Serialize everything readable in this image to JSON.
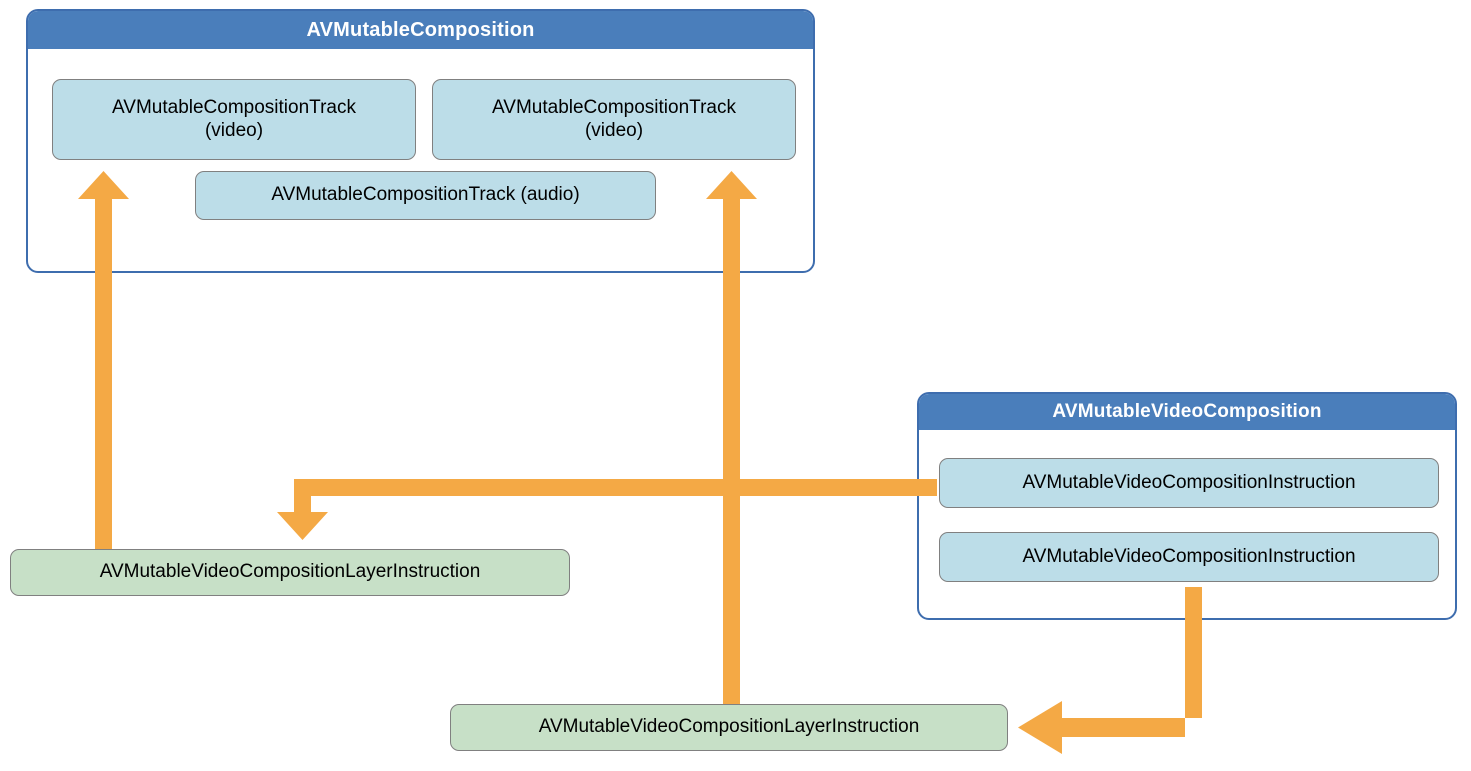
{
  "diagram": {
    "title_semantics": "AVFoundation composition object graph",
    "colors": {
      "panel_header": "#4A7EBB",
      "panel_border": "#3E6DAE",
      "node_blue": "#BCDDE8",
      "node_green": "#C7E0C7",
      "node_border": "#808080",
      "arrow": "#F4A945",
      "background": "#FFFFFF",
      "header_text": "#FFFFFF",
      "node_text": "#000000"
    }
  },
  "composition_panel": {
    "title": "AVMutableComposition",
    "tracks": [
      {
        "label": "AVMutableCompositionTrack\n(video)",
        "kind": "video"
      },
      {
        "label": "AVMutableCompositionTrack\n(video)",
        "kind": "video"
      },
      {
        "label": "AVMutableCompositionTrack (audio)",
        "kind": "audio"
      }
    ]
  },
  "video_composition_panel": {
    "title": "AVMutableVideoComposition",
    "instructions": [
      {
        "label": "AVMutableVideoCompositionInstruction"
      },
      {
        "label": "AVMutableVideoCompositionInstruction"
      }
    ]
  },
  "layer_instructions": [
    {
      "label": "AVMutableVideoCompositionLayerInstruction"
    },
    {
      "label": "AVMutableVideoCompositionLayerInstruction"
    }
  ],
  "connections": [
    {
      "name": "layer-instruction-1-to-video-track-1",
      "from": "layer_instruction_1",
      "to": "composition_track_video_1",
      "direction": "up"
    },
    {
      "name": "instruction-1-to-layer-instruction-1",
      "from": "video_composition_instruction_1",
      "to": "layer_instruction_1",
      "direction": "left-then-down"
    },
    {
      "name": "layer-instruction-2-to-video-track-2",
      "from": "layer_instruction_2",
      "to": "composition_track_video_2",
      "direction": "up"
    },
    {
      "name": "instruction-2-to-layer-instruction-2",
      "from": "video_composition_instruction_2",
      "to": "layer_instruction_2",
      "direction": "down-then-left"
    }
  ]
}
